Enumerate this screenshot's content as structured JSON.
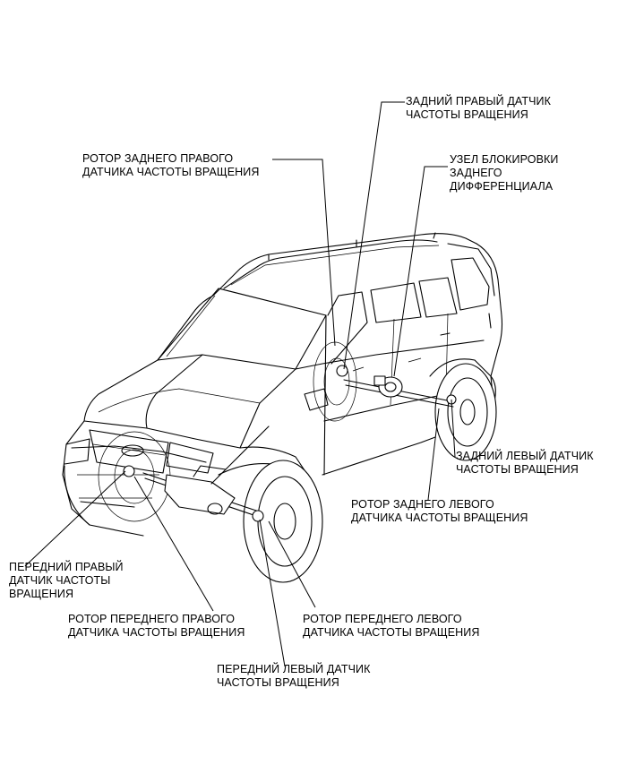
{
  "labels": {
    "rear_right_sensor": "ЗАДНИЙ ПРАВЫЙ ДАТЧИК\nЧАСТОТЫ ВРАЩЕНИЯ",
    "rear_right_rotor": "РОТОР ЗАДНЕГО ПРАВОГО\nДАТЧИКА ЧАСТОТЫ ВРАЩЕНИЯ",
    "rear_diff_lock": "УЗЕЛ БЛОКИРОВКИ\nЗАДНЕГО\nДИФФЕРЕНЦИАЛА",
    "rear_left_sensor": "ЗАДНИЙ ЛЕВЫЙ ДАТЧИК\nЧАСТОТЫ ВРАЩЕНИЯ",
    "rear_left_rotor": "РОТОР ЗАДНЕГО ЛЕВОГО\nДАТЧИКА ЧАСТОТЫ ВРАЩЕНИЯ",
    "front_right_sensor": "ПЕРЕДНИЙ ПРАВЫЙ\nДАТЧИК ЧАСТОТЫ\nВРАЩЕНИЯ",
    "front_right_rotor": "РОТОР ПЕРЕДНЕГО ПРАВОГО\nДАТЧИКА ЧАСТОТЫ ВРАЩЕНИЯ",
    "front_left_rotor": "РОТОР ПЕРЕДНЕГО ЛЕВОГО\nДАТЧИКА ЧАСТОТЫ ВРАЩЕНИЯ",
    "front_left_sensor": "ПЕРЕДНИЙ ЛЕВЫЙ ДАТЧИК\nЧАСТОТЫ ВРАЩЕНИЯ"
  }
}
